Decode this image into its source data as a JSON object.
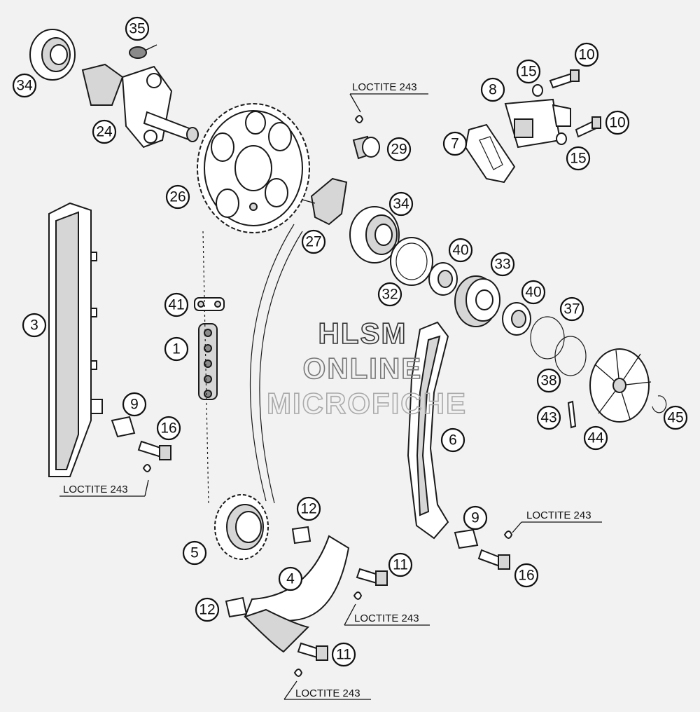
{
  "callouts": [
    {
      "label": "35"
    },
    {
      "label": "34"
    },
    {
      "label": "24"
    },
    {
      "label": "26"
    },
    {
      "label": "29"
    },
    {
      "label": "27"
    },
    {
      "label": "10"
    },
    {
      "label": "15"
    },
    {
      "label": "8"
    },
    {
      "label": "7"
    },
    {
      "label": "10"
    },
    {
      "label": "15"
    },
    {
      "label": "34"
    },
    {
      "label": "32"
    },
    {
      "label": "40"
    },
    {
      "label": "33"
    },
    {
      "label": "40"
    },
    {
      "label": "37"
    },
    {
      "label": "38"
    },
    {
      "label": "43"
    },
    {
      "label": "44"
    },
    {
      "label": "45"
    },
    {
      "label": "3"
    },
    {
      "label": "41"
    },
    {
      "label": "1"
    },
    {
      "label": "9"
    },
    {
      "label": "16"
    },
    {
      "label": "6"
    },
    {
      "label": "12"
    },
    {
      "label": "5"
    },
    {
      "label": "4"
    },
    {
      "label": "11"
    },
    {
      "label": "12"
    },
    {
      "label": "11"
    },
    {
      "label": "9"
    },
    {
      "label": "16"
    }
  ],
  "notes": [
    {
      "text": "LOCTITE 243"
    },
    {
      "text": "LOCTITE 243"
    },
    {
      "text": "LOCTITE 243"
    },
    {
      "text": "LOCTITE 243"
    },
    {
      "text": "LOCTITE 243"
    }
  ],
  "watermark": {
    "line1": "HLSM",
    "line2": "ONLINE",
    "line3": "MICROFICHE"
  },
  "colors": {
    "background": "#f2f2f2",
    "line": "#1a1a1a",
    "watermark": "#9a9a9a"
  }
}
